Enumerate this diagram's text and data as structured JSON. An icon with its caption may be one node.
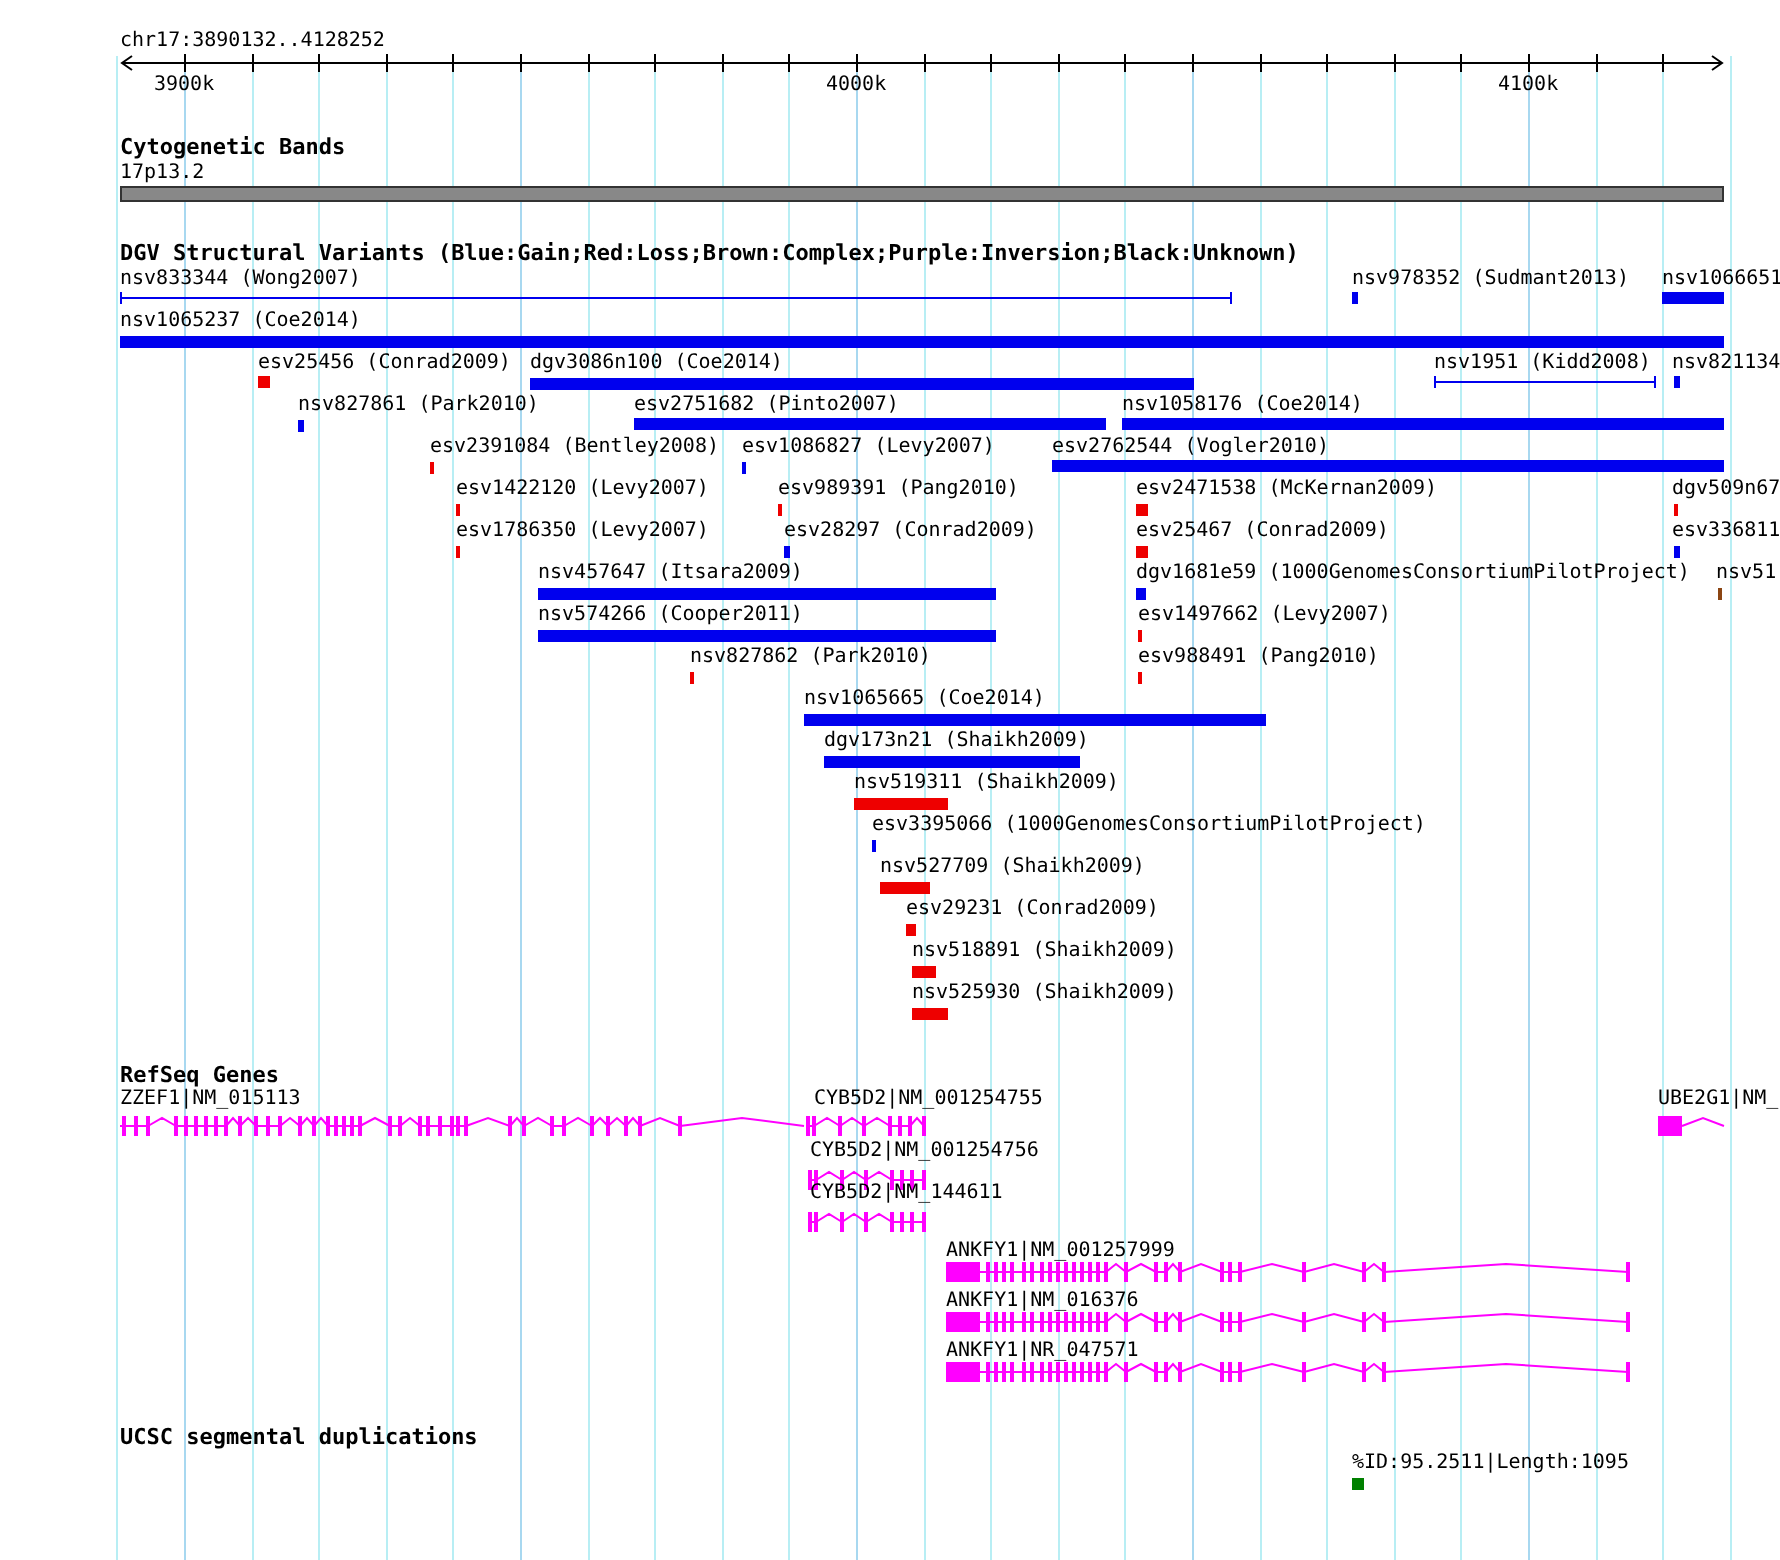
{
  "diagram": {
    "nodes": [
      {
        "text": [
          "nsv833344 (Wong2007)"
        ]
      },
      {
        "text": [
          "nsv978352 (Sudmant2013)"
        ]
      },
      {
        "text": [
          "nsv1066651"
        ]
      },
      {
        "text": [
          "nsv1065237 (Coe2014)"
        ]
      },
      {
        "text": [
          "esv25456 (Conrad2009)"
        ]
      },
      {
        "text": [
          "dgv3086n100 (Coe2014)"
        ]
      },
      {
        "text": [
          "nsv1951 (Kidd2008)"
        ]
      },
      {
        "text": [
          "nsv821134"
        ]
      },
      {
        "text": [
          "nsv827861 (Park2010)"
        ]
      },
      {
        "text": [
          "esv2751682 (Pinto2007)"
        ]
      },
      {
        "text": [
          "nsv1058176 (Coe2014)"
        ]
      },
      {
        "text": [
          "esv2391084 (Bentley2008)"
        ]
      },
      {
        "text": [
          "esv1086827 (Levy2007)"
        ]
      },
      {
        "text": [
          "esv2762544 (Vogler2010)"
        ]
      },
      {
        "text": [
          "esv1422120 (Levy2007)"
        ]
      },
      {
        "text": [
          "esv989391 (Pang2010)"
        ]
      },
      {
        "text": [
          "esv2471538 (McKernan2009)"
        ]
      },
      {
        "text": [
          "dgv509n67"
        ]
      },
      {
        "text": [
          "esv1786350 (Levy2007)"
        ]
      },
      {
        "text": [
          "esv28297 (Conrad2009)"
        ]
      },
      {
        "text": [
          "esv25467 (Conrad2009)"
        ]
      },
      {
        "text": [
          "esv336811"
        ]
      },
      {
        "text": [
          "nsv457647 (Itsara2009)"
        ]
      },
      {
        "text": [
          "dgv1681e59 (1000GenomesConsortiumPilotProject)"
        ]
      },
      {
        "text": [
          "nsv51"
        ]
      },
      {
        "text": [
          "nsv574266 (Cooper2011)"
        ]
      },
      {
        "text": [
          "esv1497662 (Levy2007)"
        ]
      },
      {
        "text": [
          "nsv827862 (Park2010)"
        ]
      },
      {
        "text": [
          "esv988491 (Pang2010)"
        ]
      },
      {
        "text": [
          "nsv1065665 (Coe2014)"
        ]
      },
      {
        "text": [
          "dgv173n21 (Shaikh2009)"
        ]
      },
      {
        "text": [
          "nsv519311 (Shaikh2009)"
        ]
      },
      {
        "text": [
          "esv3395066 (1000GenomesConsortiumPilotProject)"
        ]
      },
      {
        "text": [
          "nsv527709 (Shaikh2009)"
        ]
      },
      {
        "text": [
          "esv29231 (Conrad2009)"
        ]
      },
      {
        "text": [
          "nsv518891 (Shaikh2009)"
        ]
      },
      {
        "text": [
          "nsv525930 (Shaikh2009)"
        ]
      },
      {
        "text": [
          "ZZEF1|NM_015113"
        ]
      },
      {
        "text": [
          "CYB5D2|NM_001254755"
        ]
      },
      {
        "text": [
          "UBE2G1|NM_"
        ]
      },
      {
        "text": [
          "CYB5D2|NM_001254756"
        ]
      },
      {
        "text": [
          "CYB5D2|NM_144611"
        ]
      },
      {
        "text": [
          "ANKFY1|NM_001257999"
        ]
      },
      {
        "text": [
          "ANKFY1|NM_016376"
        ]
      },
      {
        "text": [
          "ANKFY1|NR_047571"
        ]
      },
      {
        "text": [
          "%ID:95.2511|Length:1095"
        ]
      }
    ],
    "labels": [
      "chr17:3890132..4128252",
      "3900k",
      "4000k",
      "4100k",
      "Cytogenetic Bands",
      "17p13.2",
      "DGV Structural Variants (Blue:Gain;Red:Loss;Brown:Complex;Purple:Inversion;Black:Unknown)",
      "RefSeq Genes",
      "UCSC segmental duplications"
    ]
  }
}
